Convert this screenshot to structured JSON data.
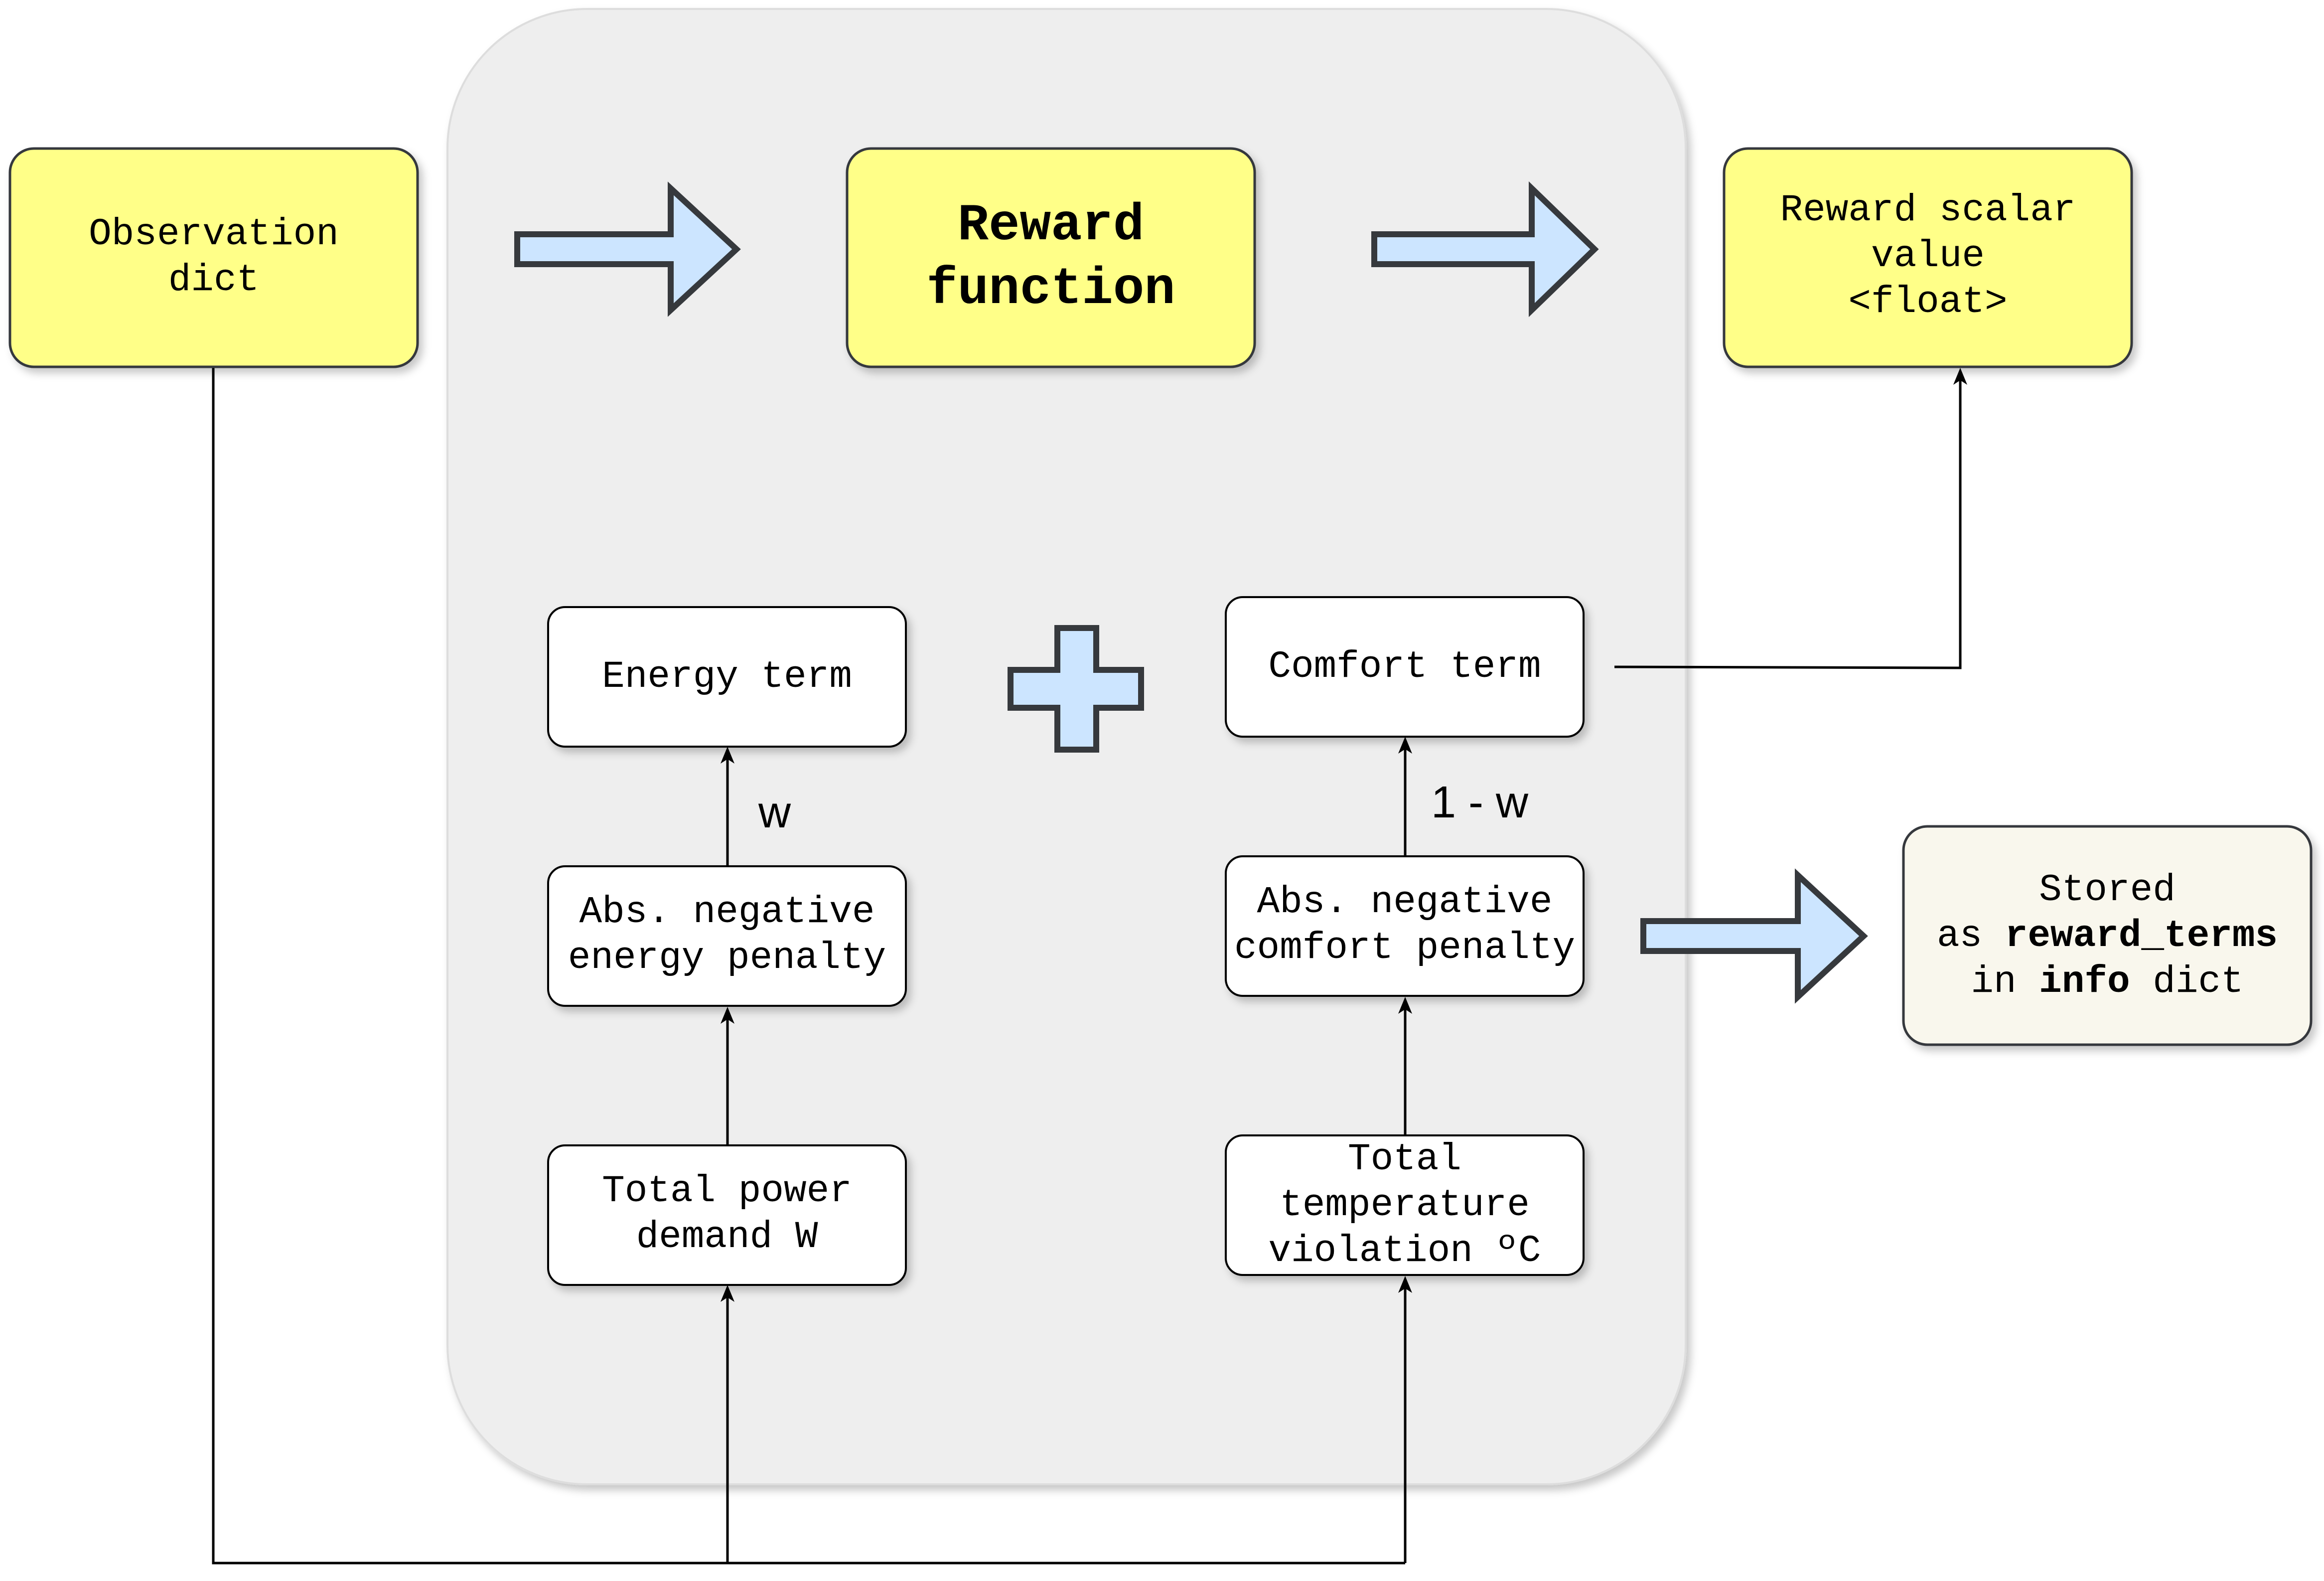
{
  "observation": {
    "line1": "Observation",
    "line2": "dict"
  },
  "reward_function": {
    "line1": "Reward",
    "line2": "function"
  },
  "reward_scalar": {
    "line1": "Reward scalar",
    "line2": "value",
    "line3": "<float>"
  },
  "energy_term": {
    "label": "Energy term"
  },
  "comfort_term": {
    "label": "Comfort term"
  },
  "energy_penalty": {
    "line1": "Abs. negative",
    "line2": "energy penalty"
  },
  "comfort_penalty": {
    "line1": "Abs. negative",
    "line2": "comfort penalty"
  },
  "power_demand": {
    "line1": "Total power",
    "line2": "demand W"
  },
  "temperature_violation": {
    "line1": "Total",
    "line2": "temperature",
    "line3": "violation ºC"
  },
  "weights": {
    "energy": "w",
    "comfort": "1 - w"
  },
  "stored": {
    "line1": "Stored",
    "line2_prefix": "as ",
    "line2_bold": "reward_terms",
    "line3_prefix": "in ",
    "line3_bold": "info",
    "line3_suffix": " dict"
  },
  "colors": {
    "yellow_box": "#ffff88",
    "panel_gray": "#eeeeee",
    "arrow_blue": "#cce5ff",
    "stored_box": "#f9f7ed",
    "stroke": "#36393d"
  }
}
